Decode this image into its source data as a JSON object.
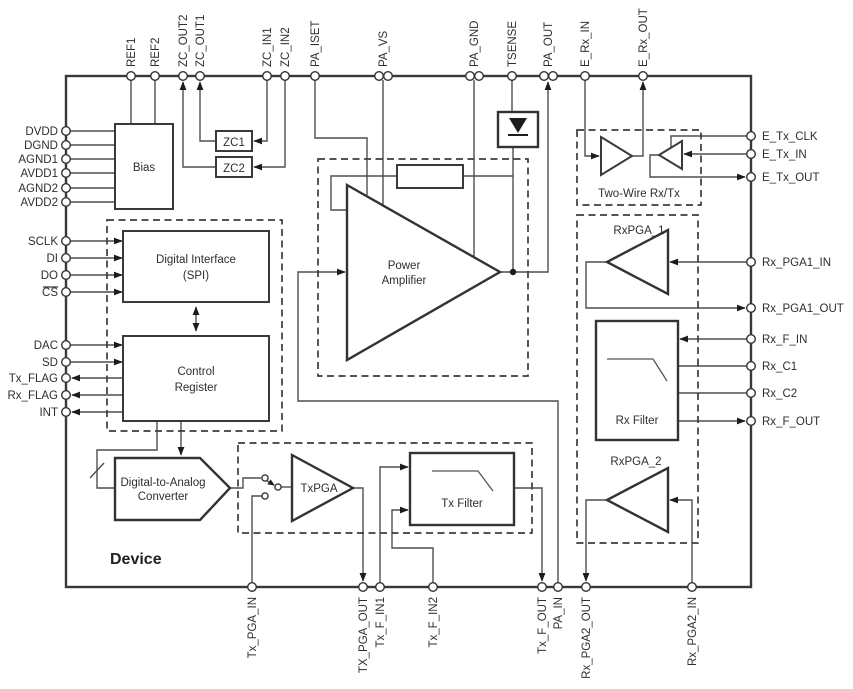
{
  "device": {
    "label": "Device"
  },
  "pins": {
    "top": [
      {
        "name": "REF1"
      },
      {
        "name": "REF2"
      },
      {
        "name": "ZC_OUT2"
      },
      {
        "name": "ZC_OUT1"
      },
      {
        "name": "ZC_IN1"
      },
      {
        "name": "ZC_IN2"
      },
      {
        "name": "PA_ISET"
      },
      {
        "name": "PA_VS"
      },
      {
        "name": "PA_GND"
      },
      {
        "name": "TSENSE"
      },
      {
        "name": "PA_OUT"
      },
      {
        "name": "E_Rx_IN"
      },
      {
        "name": "E_Rx_OUT"
      }
    ],
    "left": [
      {
        "name": "DVDD"
      },
      {
        "name": "DGND"
      },
      {
        "name": "AGND1"
      },
      {
        "name": "AVDD1"
      },
      {
        "name": "AGND2"
      },
      {
        "name": "AVDD2"
      },
      {
        "name": "SCLK"
      },
      {
        "name": "DI"
      },
      {
        "name": "DO"
      },
      {
        "name": "CS"
      },
      {
        "name": "DAC"
      },
      {
        "name": "SD"
      },
      {
        "name": "Tx_FLAG"
      },
      {
        "name": "Rx_FLAG"
      },
      {
        "name": "INT"
      }
    ],
    "right": [
      {
        "name": "E_Tx_CLK"
      },
      {
        "name": "E_Tx_IN"
      },
      {
        "name": "E_Tx_OUT"
      },
      {
        "name": "Rx_PGA1_IN"
      },
      {
        "name": "Rx_PGA1_OUT"
      },
      {
        "name": "Rx_F_IN"
      },
      {
        "name": "Rx_C1"
      },
      {
        "name": "Rx_C2"
      },
      {
        "name": "Rx_F_OUT"
      }
    ],
    "bottom": [
      {
        "name": "Tx_PGA_IN"
      },
      {
        "name": "TX_PGA_OUT"
      },
      {
        "name": "Tx_F_IN1"
      },
      {
        "name": "Tx_F_IN2"
      },
      {
        "name": "Tx_F_OUT"
      },
      {
        "name": "PA_IN"
      },
      {
        "name": "Rx_PGA2_OUT"
      },
      {
        "name": "Rx_PGA2_IN"
      }
    ]
  },
  "blocks": {
    "bias": "Bias",
    "zc1": "ZC1",
    "zc2": "ZC2",
    "digital_interface_line1": "Digital Interface",
    "digital_interface_line2": "(SPI)",
    "control_register_line1": "Control",
    "control_register_line2": "Register",
    "dac_line1": "Digital-to-Analog",
    "dac_line2": "Converter",
    "txpga": "TxPGA",
    "tx_filter": "Tx Filter",
    "pa_line1": "Power",
    "pa_line2": "Amplifier",
    "two_wire": "Two-Wire Rx/Tx",
    "rxpga1": "RxPGA_1",
    "rx_filter": "Rx Filter",
    "rxpga2": "RxPGA_2"
  },
  "colors": {
    "line": "#4f4f4f",
    "block_stroke": "#333333",
    "background": "#ffffff"
  }
}
